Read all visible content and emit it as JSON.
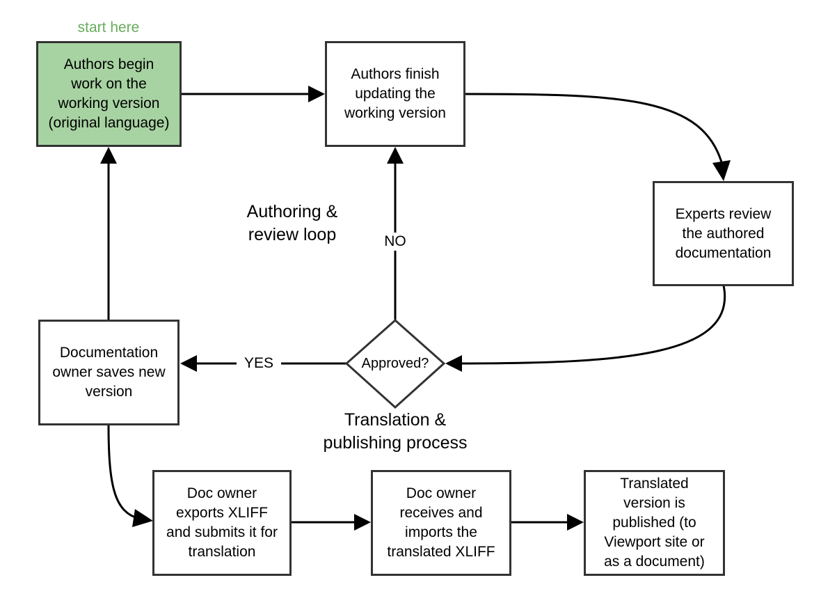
{
  "colors": {
    "start_fill": "#a7d3a2",
    "start_hint": "#67ad5b",
    "stroke": "#333333",
    "line": "#000000"
  },
  "hint": {
    "start": "start here"
  },
  "sections": {
    "loop": "Authoring &\nreview loop",
    "process": "Translation &\npublishing process"
  },
  "nodes": {
    "begin": "Authors begin\nwork on the\nworking version\n(original language)",
    "finish": "Authors finish\nupdating the\nworking version",
    "review": "Experts review\nthe authored\ndocumentation",
    "decision": "Approved?",
    "save": "Documentation\nowner saves new\nversion",
    "export": "Doc owner\nexports XLIFF\nand submits it  for\ntranslation",
    "import": "Doc owner\nreceives and\nimports the\ntranslated XLIFF",
    "publish": "Translated\nversion is\npublished (to\nViewport site or\nas a document)"
  },
  "edges": {
    "no": "NO",
    "yes": "YES"
  }
}
